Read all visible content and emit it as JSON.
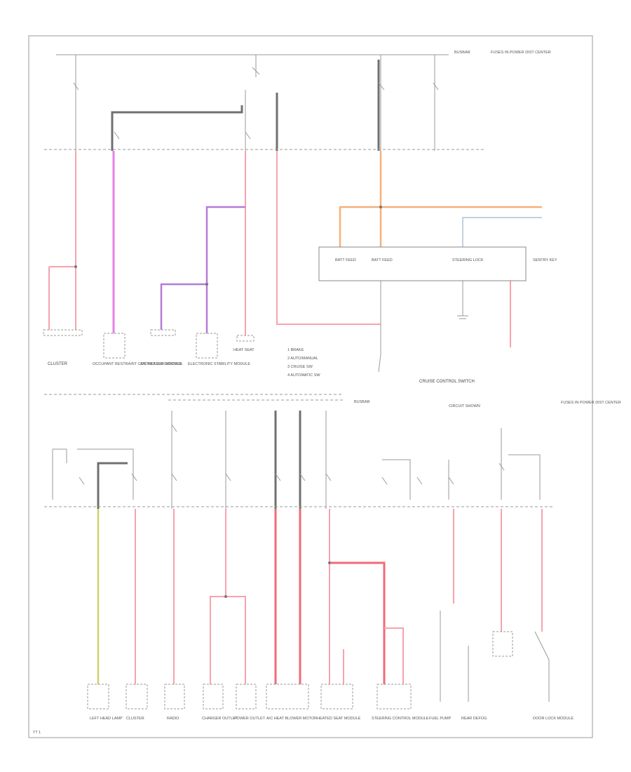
{
  "diagram": {
    "top_bus_label": "BUSBAR",
    "bottom_bus_label": "BUSBAR",
    "bottom_right_tag": "CIRCUIT SHOWN",
    "legend": [
      "1 BRAKE",
      "2 AUTO/MANUAL",
      "3 CRUISE SW",
      "4 AUTOMATIC SW"
    ],
    "top_components": [
      "CLUSTER",
      "OCCUPANT RESTRAINT CONTROLLER MODULE",
      "A/C HEATER CONTROL",
      "ELECTRONIC STABILITY MODULE",
      "HEAT SEAT",
      "CRUISE CONTROL SWITCH"
    ],
    "sentry_box": [
      "BATT FEED",
      "BATT FEED",
      "STEERING LOCK",
      "SENTRY KEY"
    ],
    "bottom_components": [
      "LEFT HEAD LAMP",
      "CLUSTER",
      "RADIO",
      "CHARGER OUTLET",
      "POWER OUTLET",
      "A/C HEAT BLOWER MOTOR",
      "HEATED SEAT MODULE",
      "STEERING CONTROL MODULE",
      "FUEL PUMP",
      "REAR DEFOG",
      "DOOR LOCK MODULE"
    ],
    "right_notes": [
      "FUSES IN POWER DIST CENTER",
      "FUSES IN POWER DIST CENTER"
    ],
    "corner_tag": "TT 1"
  }
}
